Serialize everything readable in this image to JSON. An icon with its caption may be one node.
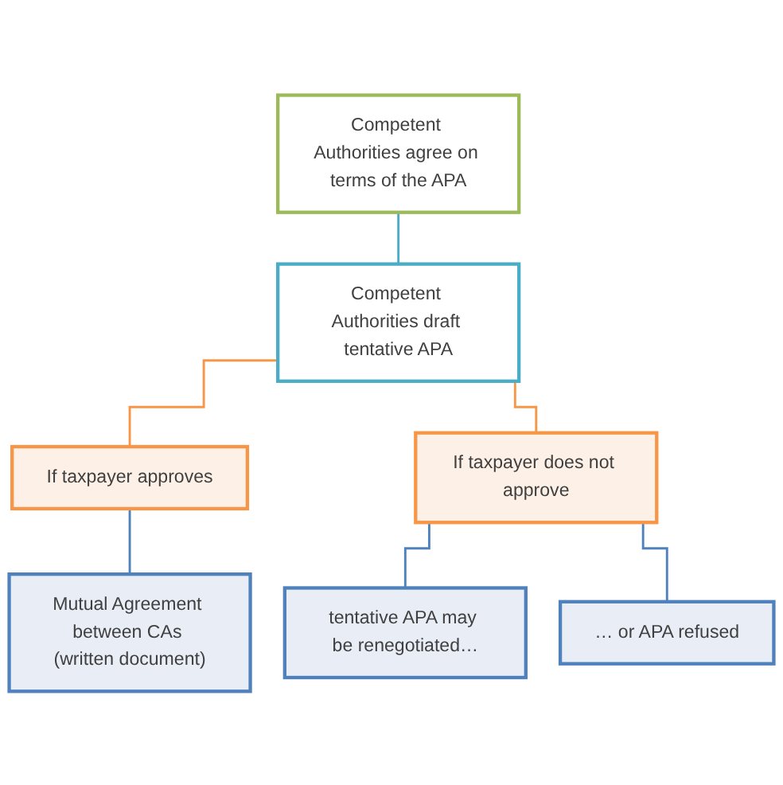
{
  "diagram": {
    "nodes": [
      {
        "text": [
          "Competent Authorities agree on terms of the APA"
        ]
      },
      {
        "text": [
          "Competent Authorities draft tentative APA"
        ]
      },
      {
        "text": [
          "If taxpayer approves"
        ]
      },
      {
        "text": [
          "If taxpayer does not approve"
        ]
      },
      {
        "text": [
          "Mutual Agreement between CAs (written document)"
        ]
      },
      {
        "text": [
          "tentative APA may be renegotiated…"
        ]
      },
      {
        "text": [
          "… or APA refused"
        ]
      }
    ],
    "edges": [
      {
        "from": 0,
        "to": 1,
        "arrow": "none",
        "color": "#4bacc6"
      },
      {
        "from": 1,
        "to": 2,
        "arrow": "none",
        "color": "#f79646"
      },
      {
        "from": 1,
        "to": 3,
        "arrow": "none",
        "color": "#f79646"
      },
      {
        "from": 2,
        "to": 4,
        "arrow": "none"
      },
      {
        "from": 3,
        "to": 5,
        "arrow": "none"
      },
      {
        "from": 3,
        "to": 6,
        "arrow": "none"
      }
    ]
  }
}
